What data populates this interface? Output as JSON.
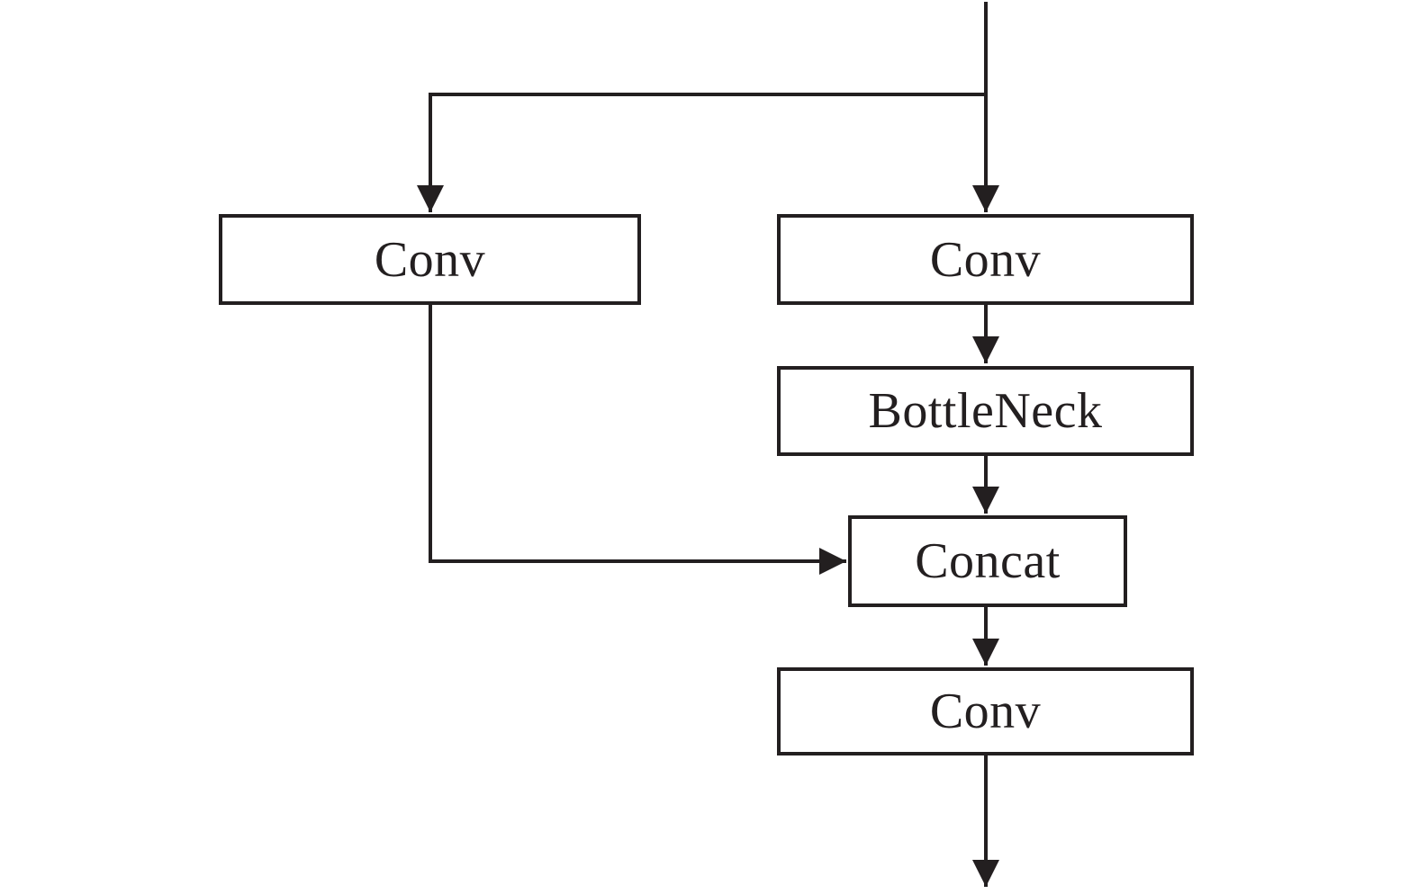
{
  "diagram": {
    "nodes": [
      {
        "id": "conv-left",
        "label": "Conv"
      },
      {
        "id": "conv-top",
        "label": "Conv"
      },
      {
        "id": "bottleneck",
        "label": "BottleNeck"
      },
      {
        "id": "concat",
        "label": "Concat"
      },
      {
        "id": "conv-out",
        "label": "Conv"
      }
    ],
    "edges": [
      {
        "from": "input",
        "to": "conv-top"
      },
      {
        "from": "input",
        "to": "conv-left"
      },
      {
        "from": "conv-top",
        "to": "bottleneck"
      },
      {
        "from": "bottleneck",
        "to": "concat"
      },
      {
        "from": "conv-left",
        "to": "concat"
      },
      {
        "from": "concat",
        "to": "conv-out"
      },
      {
        "from": "conv-out",
        "to": "output"
      }
    ]
  },
  "colors": {
    "line": "#231f20",
    "background": "#ffffff"
  }
}
